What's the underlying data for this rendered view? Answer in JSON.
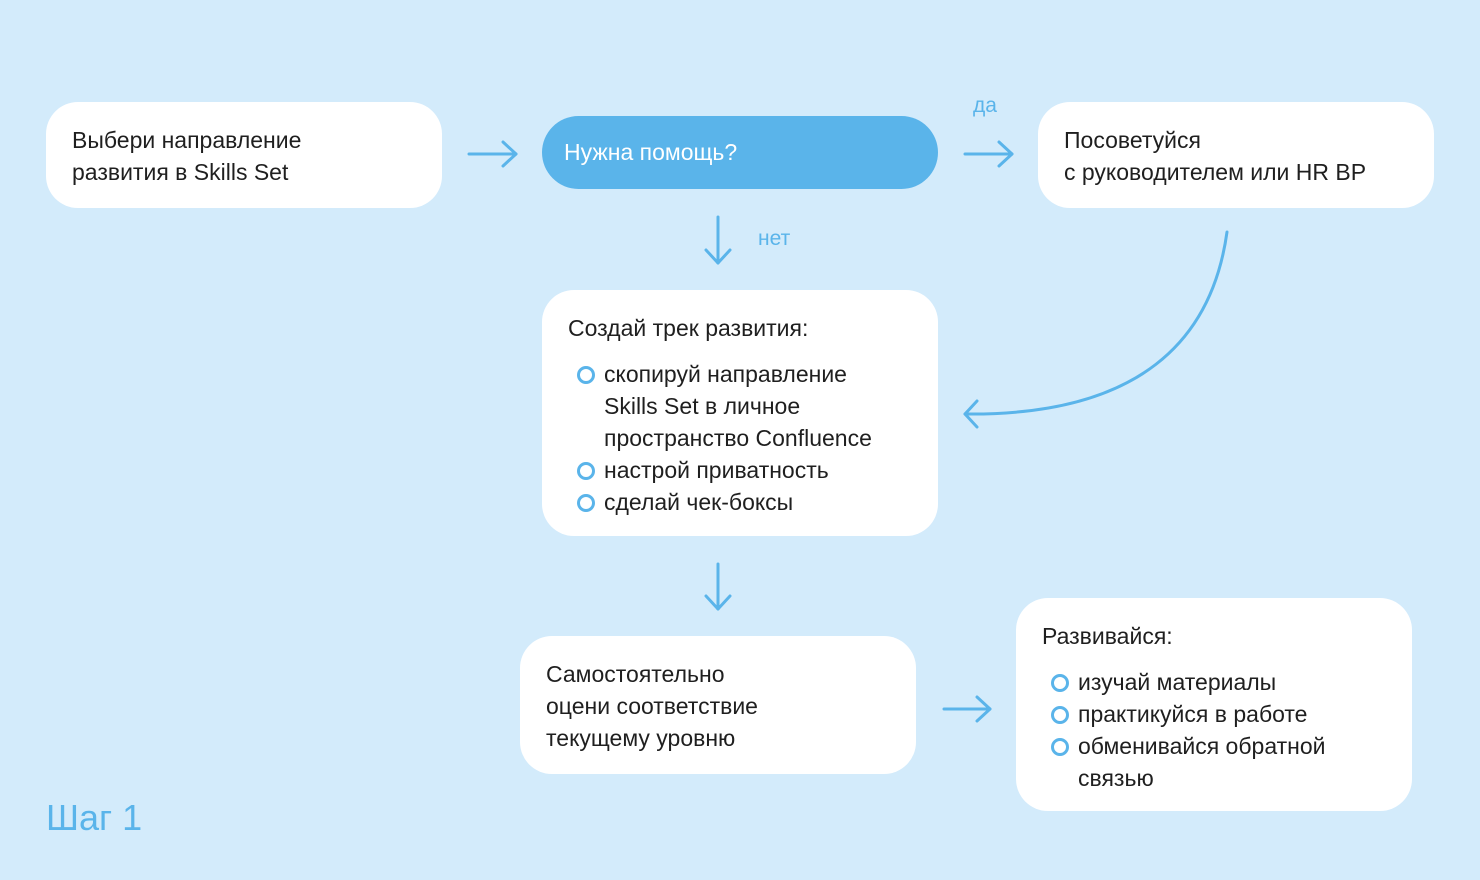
{
  "box_choose": {
    "text": "Выбери направление\nразвития в Skills Set"
  },
  "decision": {
    "text": "Нужна помощь?"
  },
  "label_yes": "да",
  "label_no": "нет",
  "box_consult": {
    "text": "Посоветуйся\nс руководителем или HR BP"
  },
  "box_track": {
    "title": "Создай трек развития:",
    "items": [
      "скопируй направление\nSkills Set в личное\nпространство Confluence",
      "настрой приватность",
      "сделай чек-боксы"
    ]
  },
  "box_assess": {
    "text": "Самостоятельно\nоцени соответствие\nтекущему уровню"
  },
  "box_develop": {
    "title": "Развивайся:",
    "items": [
      "изучай материалы",
      "практикуйся в работе",
      "обменивайся обратной\nсвязью"
    ]
  },
  "step_label": "Шаг 1",
  "colors": {
    "background": "#d3ebfb",
    "accent": "#5ab4ea",
    "box": "#ffffff",
    "text": "#1f1f1f"
  }
}
